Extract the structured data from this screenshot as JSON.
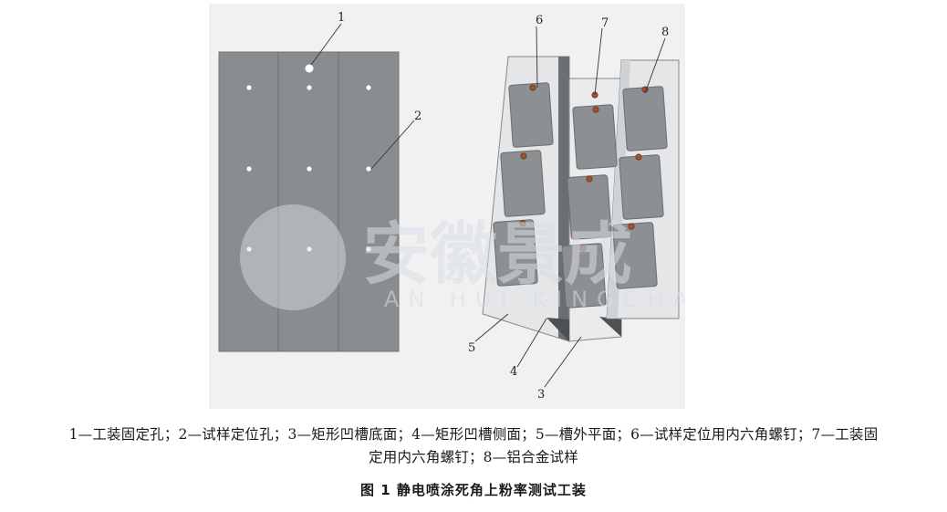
{
  "figure": {
    "callouts": [
      "1",
      "2",
      "3",
      "4",
      "5",
      "6",
      "7",
      "8"
    ],
    "watermark": {
      "cn": "安徽景成",
      "en": "AN HUI KINGCHAM"
    }
  },
  "caption": {
    "line1": "1—工装固定孔；2—试样定位孔；3—矩形凹槽底面；4—矩形凹槽侧面；5—槽外平面；6—试样定位用内六角螺钉；7—工装固",
    "line2": "定用内六角螺钉；8—铝合金试样",
    "title": "图 1  静电喷涂死角上粉率测试工装"
  },
  "colors": {
    "plate": "#8a8d90",
    "plate_edge": "#6f7275",
    "hole": "#ffffff",
    "fixture_face": "#e6e8ea",
    "fixture_side": "#5a5d60",
    "sample": "#8c9092",
    "screw": "#a0522d"
  }
}
